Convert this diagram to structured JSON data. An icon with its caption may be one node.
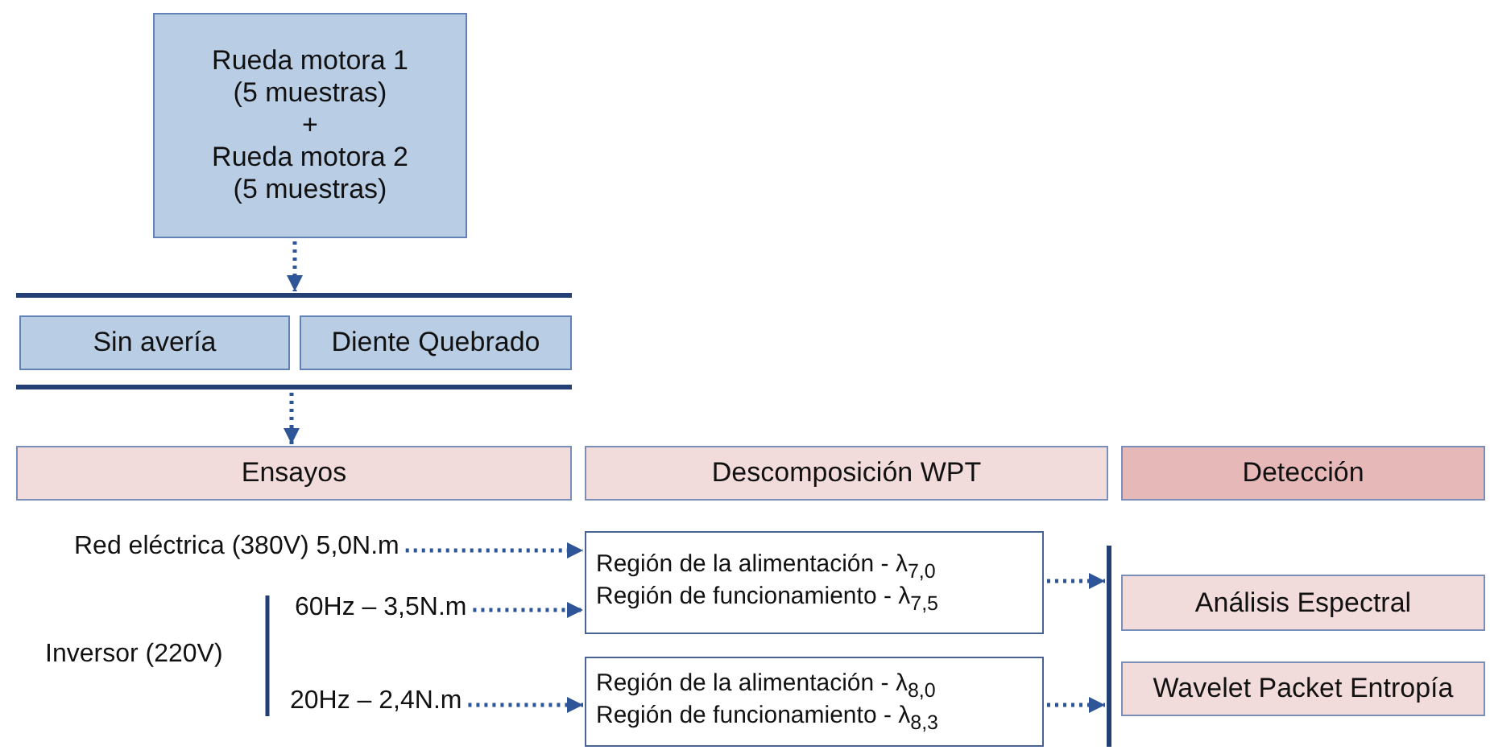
{
  "diagram": {
    "nodes": [
      {
        "text": [
          "Rueda motora 1 (5 muestras)",
          "+",
          "Rueda motora 2 (5 muestras)"
        ]
      },
      {
        "text": [],
        "shape": "bar"
      },
      {
        "text": [
          "Sin avería"
        ]
      },
      {
        "text": [
          "Diente Quebrado"
        ]
      },
      {
        "text": [],
        "shape": "bar"
      },
      {
        "text": [
          "Ensayos"
        ]
      },
      {
        "text": [
          "Descomposición WPT"
        ]
      },
      {
        "text": [
          "Detección"
        ]
      },
      {
        "text": [
          "Red eléctrica  (380V) 5,0N.m"
        ]
      },
      {
        "text": [
          "60Hz – 3,5N.m"
        ]
      },
      {
        "text": [
          "20Hz – 2,4N.m"
        ]
      },
      {
        "text": [
          "Región de la alimentación - λ$_{7,0}$",
          "Región de funcionamiento  - λ$_{7,5}$"
        ]
      },
      {
        "text": [
          "Región de la alimentación - λ$_{8,0}$",
          "Región de funcionamiento  - λ$_{8,3}$"
        ]
      },
      {
        "text": [],
        "shape": "bar"
      },
      {
        "text": [
          "Análisis Espectral"
        ]
      },
      {
        "text": [
          "Wavelet Packet Entropía"
        ]
      }
    ],
    "edges": [
      {
        "from": 0,
        "to": 1,
        "arrow": "to"
      },
      {
        "from": 4,
        "to": 5,
        "arrow": "to"
      },
      {
        "from": 8,
        "to": 11,
        "arrow": "to"
      },
      {
        "from": 9,
        "to": 11,
        "arrow": "to"
      },
      {
        "from": 10,
        "to": 12,
        "arrow": "to"
      },
      {
        "from": 11,
        "to": 13,
        "arrow": "to"
      },
      {
        "from": 12,
        "to": 13,
        "arrow": "to"
      }
    ],
    "labels": [
      "Inversor (220V)"
    ]
  }
}
